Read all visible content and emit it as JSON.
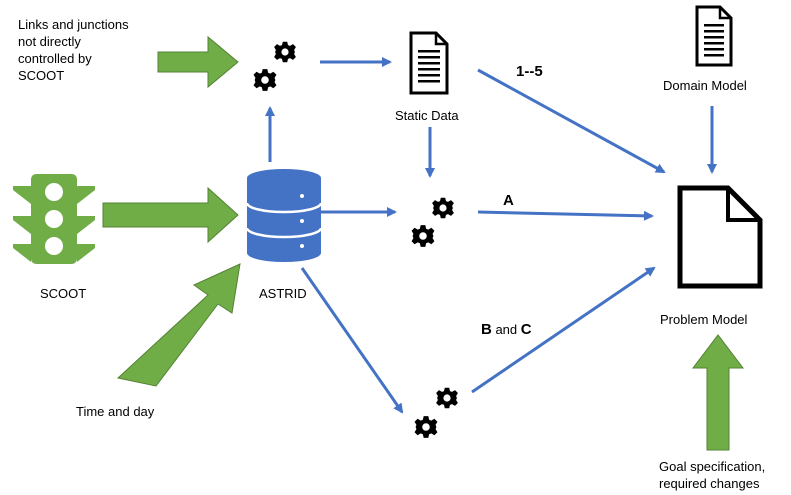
{
  "labels": {
    "links_junctions": [
      "Links and junctions",
      "not directly",
      "controlled by",
      "SCOOT"
    ],
    "static_data": "Static Data",
    "domain_model": "Domain Model",
    "scoot": "SCOOT",
    "astrid": "ASTRID",
    "time_and_day": "Time and day",
    "problem_model": "Problem Model",
    "goal_spec": [
      "Goal specification,",
      "required changes"
    ],
    "edge_1_5": "1--5",
    "edge_a": "A",
    "edge_b": "B",
    "edge_and": " and ",
    "edge_c": "C"
  },
  "colors": {
    "green_arrow": "#70ad47",
    "green_arrow_border": "#548235",
    "blue_arrow": "#4472c4",
    "database_fill": "#4472c4",
    "traffic_light": "#70ad47",
    "gear": "#000000"
  },
  "icons": {
    "gear": "gears-icon",
    "document": "document-icon",
    "database": "database-icon",
    "traffic_light": "traffic-light-icon"
  }
}
